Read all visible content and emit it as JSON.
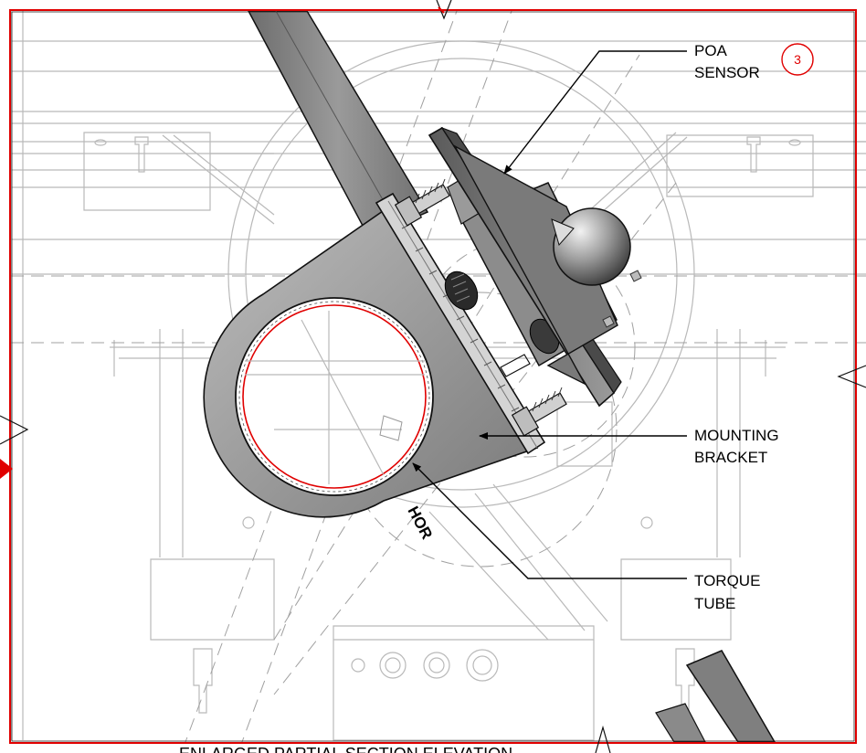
{
  "drawing": {
    "callouts": {
      "poa_sensor": [
        "POA",
        "SENSOR"
      ],
      "mounting_bracket": [
        "MOUNTING",
        "BRACKET"
      ],
      "torque_tube": [
        "TORQUE",
        "TUBE"
      ]
    },
    "revision_marker": "3",
    "horizon_label": "HOR",
    "caption": "ENLARGED PARTIAL SECTION ELEVATION",
    "colors": {
      "border": "#e00000",
      "tube_outline": "#e00000",
      "background_lines": "#b9b9b9",
      "part_fill": "#8c8c8c"
    }
  }
}
